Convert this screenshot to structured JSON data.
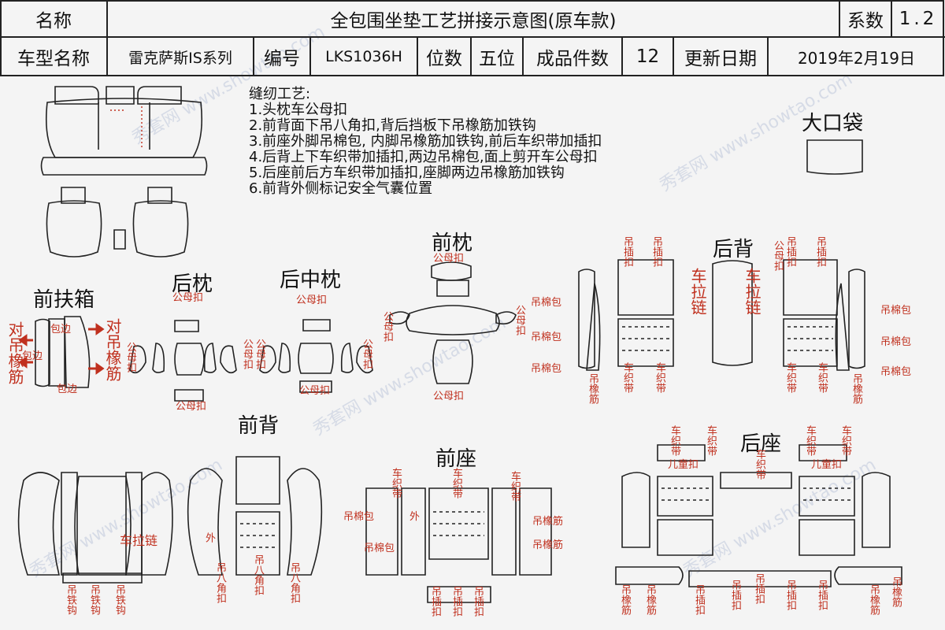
{
  "header": {
    "name_label": "名称",
    "title": "全包围坐垫工艺拼接示意图(原车款)",
    "coef_label": "系数",
    "coef_value": "1.2",
    "model_label": "车型名称",
    "model_value": "雷克萨斯IS系列",
    "code_label": "编号",
    "code_value": "LKS1036H",
    "seats_label": "位数",
    "seats_value": "五位",
    "pieces_label": "成品件数",
    "pieces_value": "12",
    "date_label": "更新日期",
    "date_value": "2019年2月19日"
  },
  "notes": {
    "heading": "缝纫工艺:",
    "items": [
      "1.头枕车公母扣",
      "2.前背面下吊八角扣,背后挡板下吊橡筋加铁钩",
      "3.前座外脚吊棉包, 内脚吊橡筋加铁钩,前后车织带加插扣",
      "4.后背上下车织带加插扣,两边吊棉包,面上剪开车公母扣",
      "5.后座前后方车织带加插扣,座脚两边吊橡筋加铁钩",
      "6.前背外侧标记安全气囊位置"
    ]
  },
  "sections": {
    "big_pocket": "大口袋",
    "front_armrest": "前扶箱",
    "rear_headrest": "后枕",
    "rear_mid_headrest": "后中枕",
    "front_headrest": "前枕",
    "rear_back": "后背",
    "front_back": "前背",
    "front_seat": "前座",
    "rear_seat": "后座"
  },
  "labels": {
    "male_female_snap": "公母扣",
    "hang_elastic": "吊橡筋",
    "opposite_hang_elastic": "对吊橡筋",
    "hang_cotton": "吊棉包",
    "hang_iron_hook": "吊铁钩",
    "hang_buckle": "吊插扣",
    "hang_octagon": "吊八角扣",
    "sew_webbing": "车织带",
    "car_zipper": "车拉链",
    "front_zipper": "车拉链",
    "wrap_edge": "包边",
    "outer": "外",
    "child_seat": "儿童扣"
  },
  "watermark": "秀套网 www.showtao.com"
}
